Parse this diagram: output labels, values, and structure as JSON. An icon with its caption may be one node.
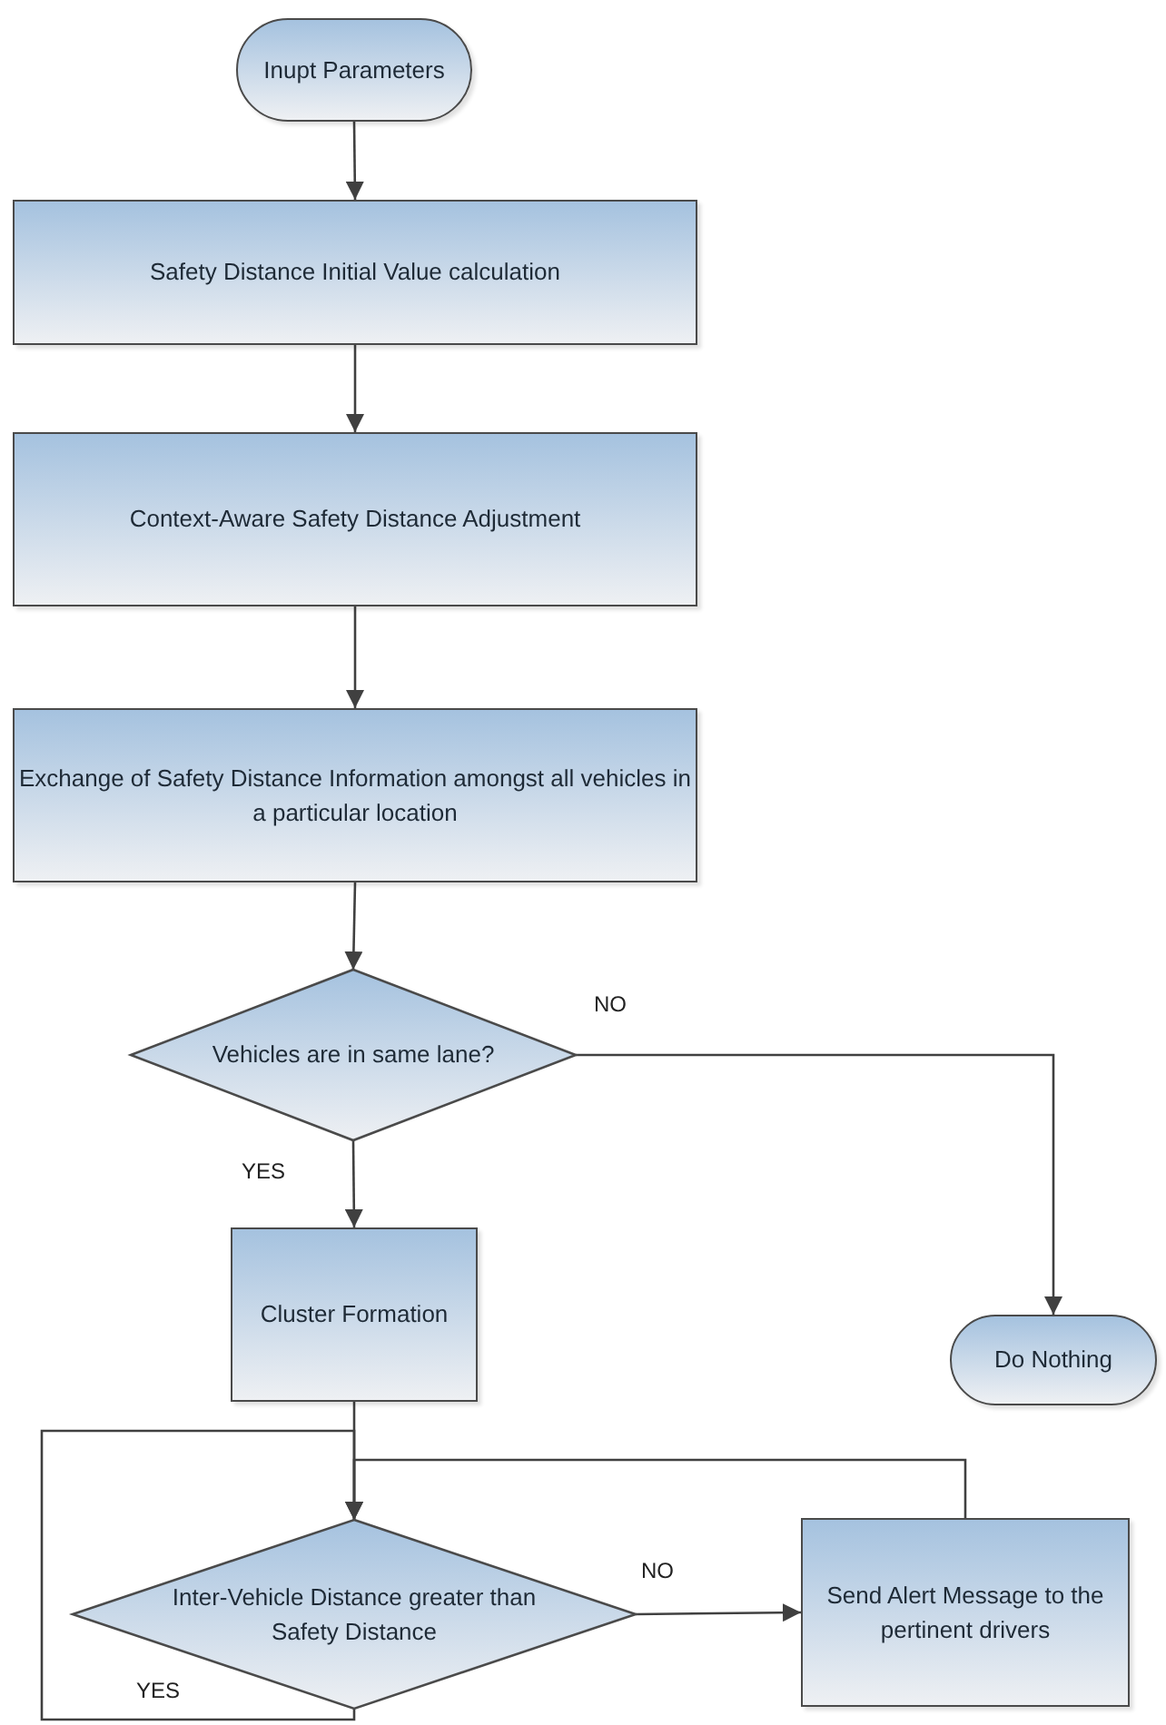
{
  "diagram": {
    "nodes": [
      {
        "text": [
          "Inupt Parameters"
        ]
      },
      {
        "text": [
          "Safety Distance Initial Value calculation"
        ]
      },
      {
        "text": [
          "Context-Aware Safety Distance Adjustment"
        ]
      },
      {
        "text": [
          "Exchange of Safety Distance Information amongst all vehicles in a particular location"
        ]
      },
      {
        "text": [
          "Vehicles are in same lane?"
        ]
      },
      {
        "text": [
          "Cluster Formation"
        ]
      },
      {
        "text": [
          "Do Nothing"
        ]
      },
      {
        "text": [
          "Inter-Vehicle Distance greater than Safety Distance"
        ]
      },
      {
        "text": [
          "Send Alert Message to the pertinent drivers"
        ]
      }
    ],
    "edges": [
      {
        "from": 0,
        "to": 1,
        "arrow": "to"
      },
      {
        "from": 1,
        "to": 2,
        "arrow": "to"
      },
      {
        "from": 2,
        "to": 3,
        "arrow": "to"
      },
      {
        "from": 3,
        "to": 4,
        "arrow": "to"
      },
      {
        "from": 4,
        "to": 5,
        "arrow": "to",
        "label": "YES"
      },
      {
        "from": 4,
        "to": 6,
        "arrow": "to",
        "label": "NO"
      },
      {
        "from": 5,
        "to": 7,
        "arrow": "to"
      },
      {
        "from": 7,
        "to": 8,
        "arrow": "to",
        "label": "NO"
      },
      {
        "from": 8,
        "to": 7,
        "arrow": "to"
      },
      {
        "from": 7,
        "to": 7,
        "arrow": "to",
        "label": "YES"
      }
    ]
  }
}
